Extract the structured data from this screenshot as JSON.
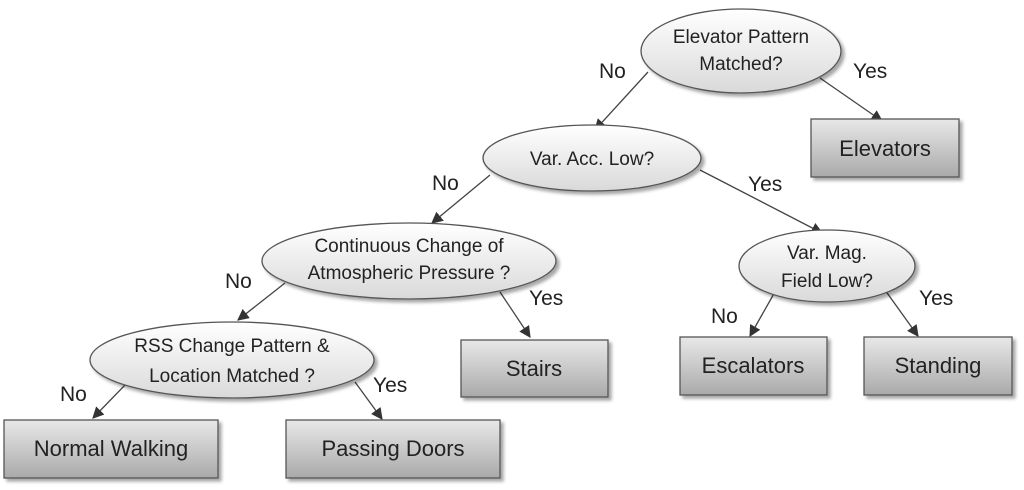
{
  "questions": {
    "elevator": [
      "Elevator Pattern",
      "Matched?"
    ],
    "var_acc": [
      "Var. Acc. Low?"
    ],
    "pressure": [
      "Continuous Change of",
      "Atmospheric Pressure ?"
    ],
    "var_mag": [
      "Var. Mag.",
      "Field Low?"
    ],
    "rss": [
      "RSS Change Pattern &",
      "Location  Matched ?"
    ]
  },
  "leaves": {
    "elevators": "Elevators",
    "stairs": "Stairs",
    "escalators": "Escalators",
    "standing": "Standing",
    "normal_walking": "Normal Walking",
    "passing_doors": "Passing Doors"
  },
  "edge_labels": {
    "yes": "Yes",
    "no": "No"
  },
  "colors": {
    "ellipse_fill_light": "#ffffff",
    "ellipse_fill_dark": "#d9d9d9",
    "leaf_fill_light": "#e6e6e6",
    "leaf_fill_dark": "#a6a6a6"
  }
}
